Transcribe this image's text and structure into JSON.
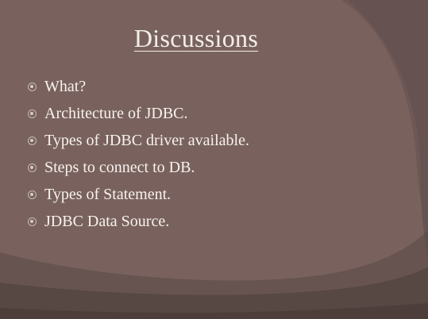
{
  "slide": {
    "title": "Discussions",
    "bullets": [
      "What?",
      "Architecture of  JDBC.",
      "Types of  JDBC driver available.",
      "Steps to connect to DB.",
      "Types of  Statement.",
      "JDBC Data Source."
    ]
  },
  "colors": {
    "background": "#7a6360",
    "dark_band": "#5d4b47",
    "text": "#f4eeea",
    "bullet": "#c6b8b3"
  },
  "icons": {
    "bullet": "circle-bullet-icon"
  }
}
